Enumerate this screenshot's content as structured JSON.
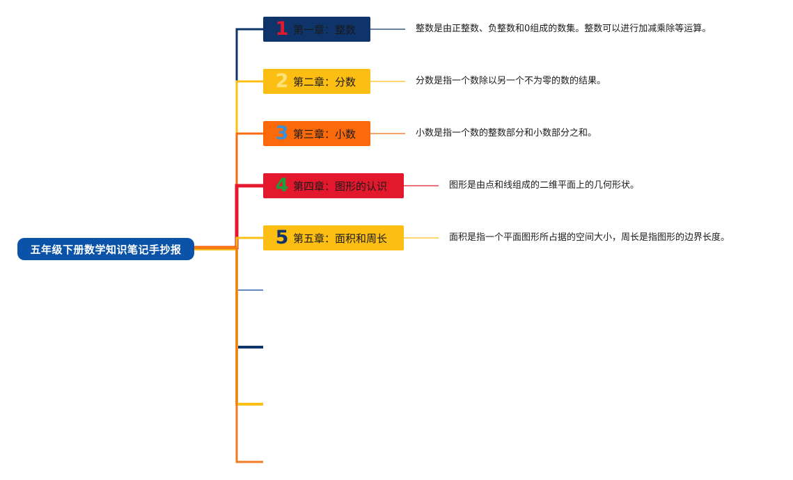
{
  "root": {
    "title": "五年级下册数学知识笔记手抄报"
  },
  "chapters": [
    {
      "number": "1",
      "label": "第一章：整数",
      "description": "整数是由正整数、负整数和0组成的数集。整数可以进行加减乘除等运算。",
      "bg": "#0f3469",
      "num_color": "#e3182d",
      "line_color": "#0f3469"
    },
    {
      "number": "2",
      "label": "第二章：分数",
      "description": "分数是指一个数除以另一个不为零的数的结果。",
      "bg": "#fdbe14",
      "num_color": "#fde27a",
      "line_color": "#fdbe14"
    },
    {
      "number": "3",
      "label": "第三章：小数",
      "description": "小数是指一个数的整数部分和小数部分之和。",
      "bg": "#fa6a0a",
      "num_color": "#3a8fd6",
      "line_color": "#fa6a0a"
    },
    {
      "number": "4",
      "label": "第四章：图形的认识",
      "description": "图形是由点和线组成的二维平面上的几何形状。",
      "bg": "#e3182d",
      "num_color": "#1f9d3a",
      "line_color": "#e3182d"
    },
    {
      "number": "5",
      "label": "第五章：面积和周长",
      "description": "面积是指一个平面图形所占据的空间大小，周长是指图形的边界长度。",
      "bg": "#fdbe14",
      "num_color": "#0f3469",
      "line_color": "#fdbe14"
    }
  ],
  "empty_branches": [
    {
      "color": "#2b5ea8"
    },
    {
      "color": "#0f3469"
    },
    {
      "color": "#fdbe14"
    },
    {
      "color": "#f07a22"
    }
  ]
}
